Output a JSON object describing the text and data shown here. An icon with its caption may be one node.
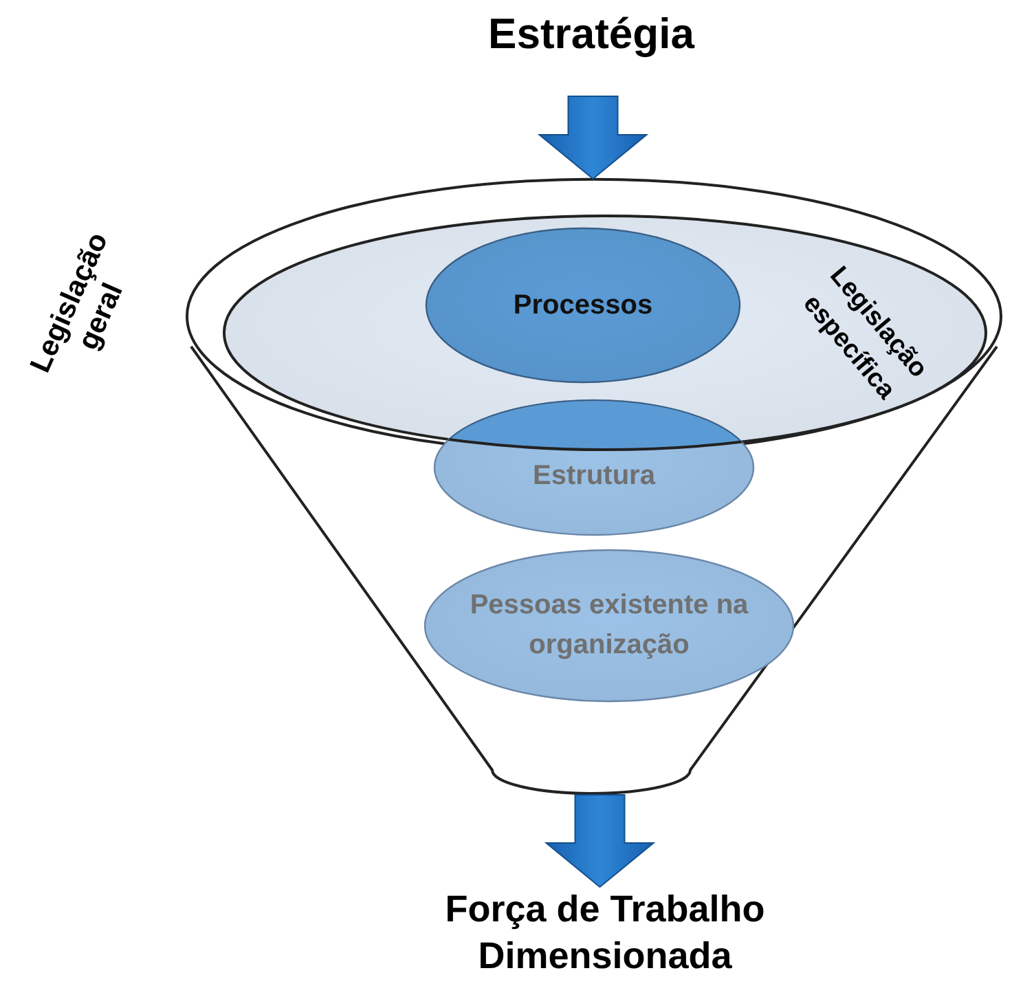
{
  "diagram": {
    "nodes": [
      {
        "text": [
          "Estratégia"
        ]
      },
      {
        "text": [],
        "shape": "funnel",
        "beside": [
          "Legislação geral"
        ]
      },
      {
        "text": [
          "Legislação específica"
        ],
        "in": 1
      },
      {
        "text": [
          "Processos"
        ],
        "in": 2
      },
      {
        "text": [
          "Estrutura"
        ],
        "in": 1
      },
      {
        "text": [
          "Pessoas existente na organização"
        ],
        "in": 1
      },
      {
        "text": [
          "Força de Trabalho Dimensionada"
        ]
      }
    ],
    "edges": [
      {
        "from": 0,
        "to": 1,
        "arrow": "to",
        "style": "thick"
      },
      {
        "from": 1,
        "to": 6,
        "arrow": "to",
        "style": "thick"
      }
    ]
  }
}
